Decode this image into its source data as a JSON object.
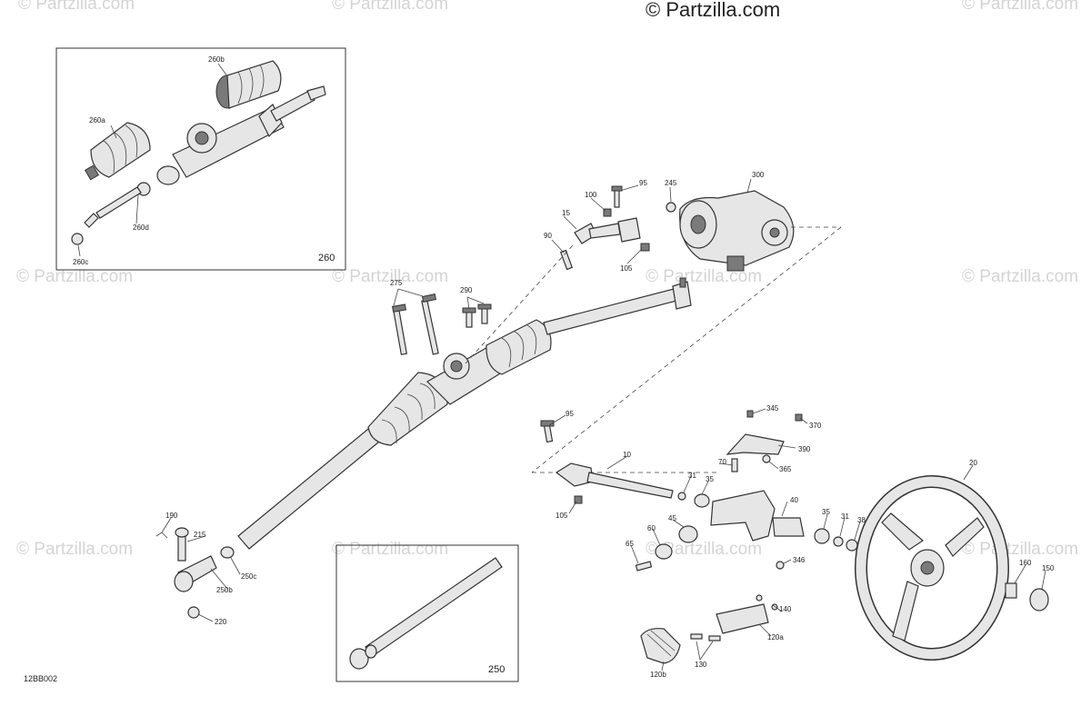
{
  "brand": "© Partzilla.com",
  "watermark": "© Partzilla.com",
  "diagram_code": "12BB002",
  "inset_boxes": [
    {
      "label": "260"
    },
    {
      "label": "250"
    }
  ],
  "callouts": [
    "260b",
    "260a",
    "260d",
    "260c",
    "300",
    "245",
    "95",
    "100",
    "15",
    "90",
    "105",
    "275",
    "290",
    "95",
    "345",
    "370",
    "390",
    "365",
    "10",
    "70",
    "31",
    "35",
    "40",
    "105",
    "45",
    "60",
    "65",
    "35",
    "31",
    "38",
    "346",
    "20",
    "190",
    "215",
    "250b",
    "250c",
    "220",
    "140",
    "120a",
    "130",
    "120b",
    "160",
    "150"
  ],
  "colors": {
    "line": "#333333",
    "watermark": "#d4d4d4",
    "part_fill": "#e6e6e6",
    "dark_fill": "#7a7a7a"
  }
}
